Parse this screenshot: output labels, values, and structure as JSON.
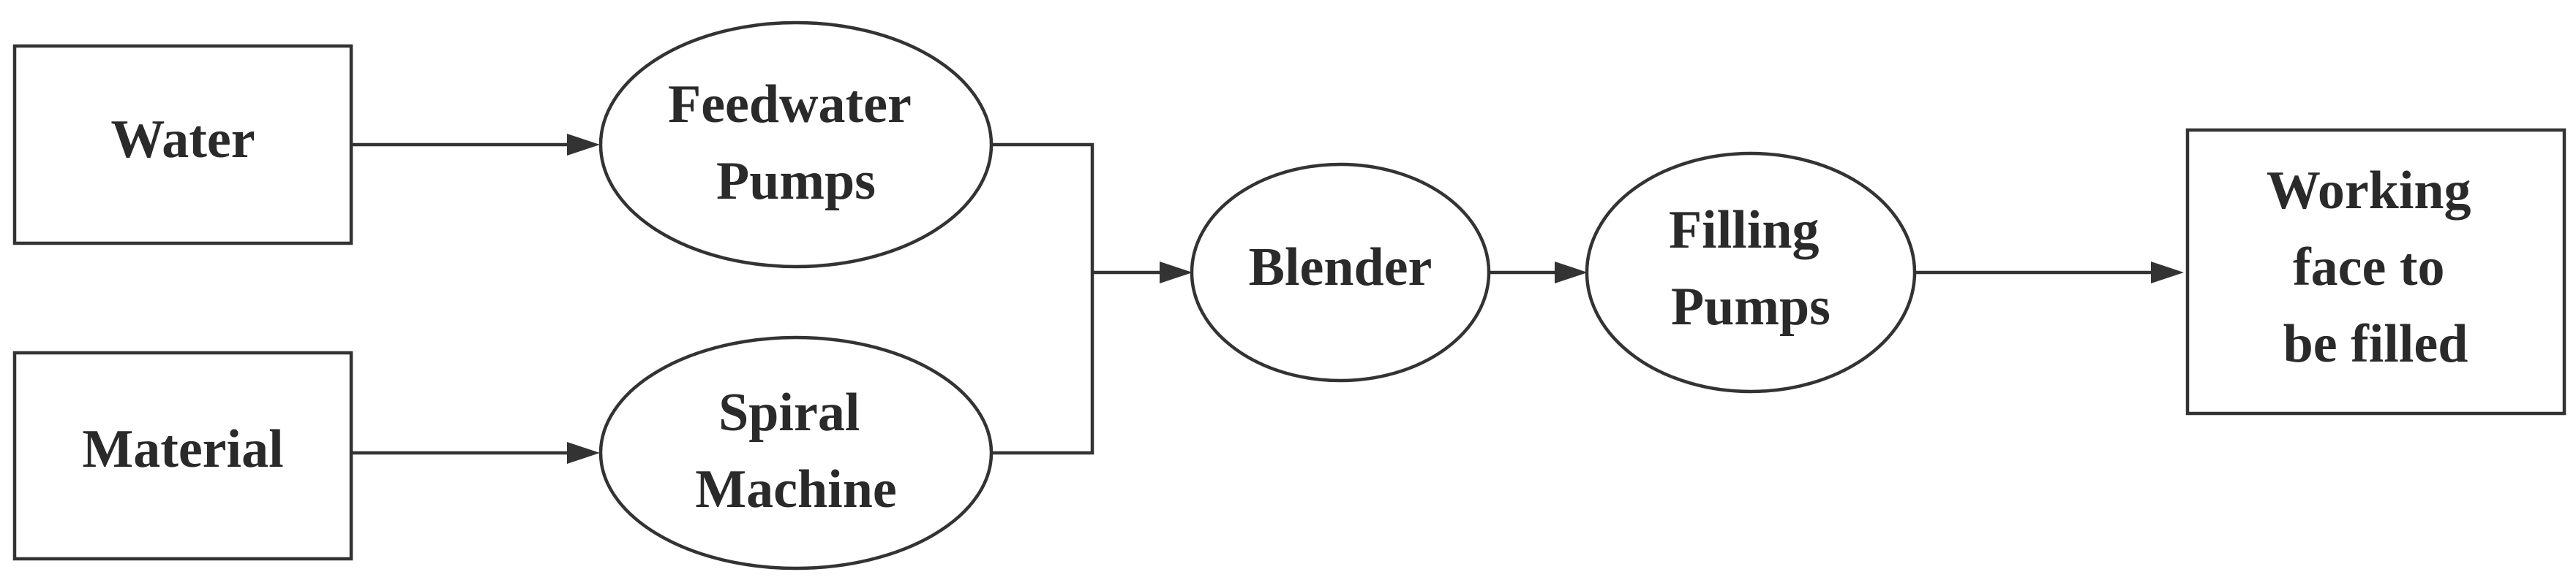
{
  "diagram": {
    "nodes": {
      "water": {
        "lines": [
          "Water"
        ]
      },
      "material": {
        "lines": [
          "Material"
        ]
      },
      "feedwater_pumps": {
        "lines": [
          "Feedwater",
          "Pumps"
        ]
      },
      "spiral_machine": {
        "lines": [
          "Spiral",
          "Machine"
        ]
      },
      "blender": {
        "lines": [
          "Blender"
        ]
      },
      "filling_pumps": {
        "lines": [
          "Filling",
          "Pumps"
        ]
      },
      "working_face": {
        "lines": [
          "Working",
          "face to",
          "be filled"
        ]
      }
    },
    "edges": [
      {
        "from": "water",
        "to": "feedwater_pumps"
      },
      {
        "from": "material",
        "to": "spiral_machine"
      },
      {
        "from": "feedwater_pumps",
        "to": "blender"
      },
      {
        "from": "spiral_machine",
        "to": "blender"
      },
      {
        "from": "blender",
        "to": "filling_pumps"
      },
      {
        "from": "filling_pumps",
        "to": "working_face"
      }
    ]
  }
}
